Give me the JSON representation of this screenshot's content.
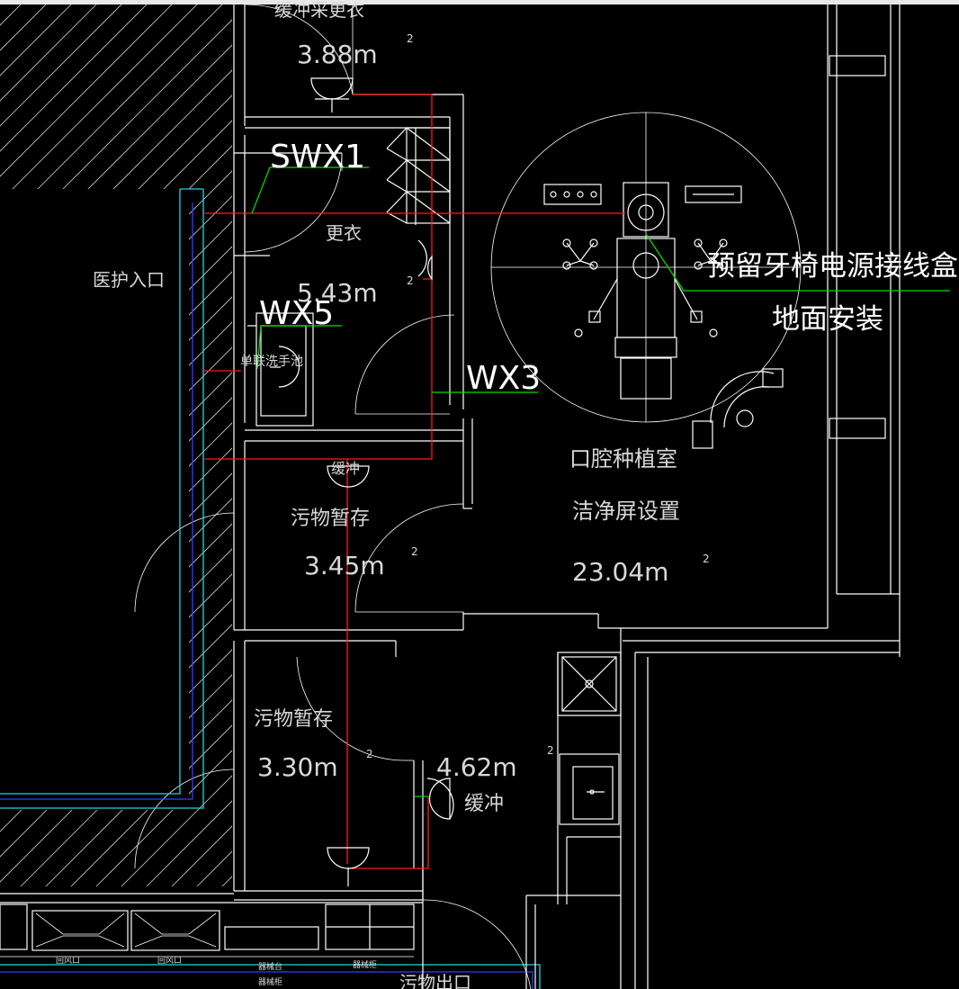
{
  "drawing": {
    "colors": {
      "background": "#000000",
      "wall": "#ffffff",
      "pipe": "#ff1a1a",
      "leader": "#00e000",
      "conduit_cyan": "#22d3e6",
      "conduit_blue": "#3040ff"
    },
    "labels": {
      "top_room": "缓冲采更衣",
      "top_area": "3.88m",
      "top_sup": "2",
      "swx1": "SWX1",
      "changing_room": "更衣",
      "changing_area": "5.43m",
      "changing_sup": "2",
      "wx5": "WX5",
      "handwash": "单联洗手池",
      "medical_entrance": "医护入口",
      "wx3": "WX3",
      "note_line1": "预留牙椅电源接线盒",
      "note_line2": "地面安装",
      "dental_room": "口腔种植室",
      "screen": "洁净屏设置",
      "dental_area": "23.04m",
      "dental_sup": "2",
      "waste1_marker": "缓冲",
      "waste1": "污物暂存",
      "waste1_area": "3.45m",
      "waste1_sup": "2",
      "waste2": "污物暂存",
      "waste2_area": "3.30m",
      "waste2_sup": "2",
      "buffer_area": "4.62m",
      "buffer_sup": "2",
      "buffer": "缓冲",
      "right_sup": "2",
      "waste_exit": "污物出口"
    },
    "bottom_small": {
      "a": "回风口",
      "b": "回风口",
      "c": "器械台",
      "d": "器械柜",
      "e": "器械柜"
    }
  }
}
